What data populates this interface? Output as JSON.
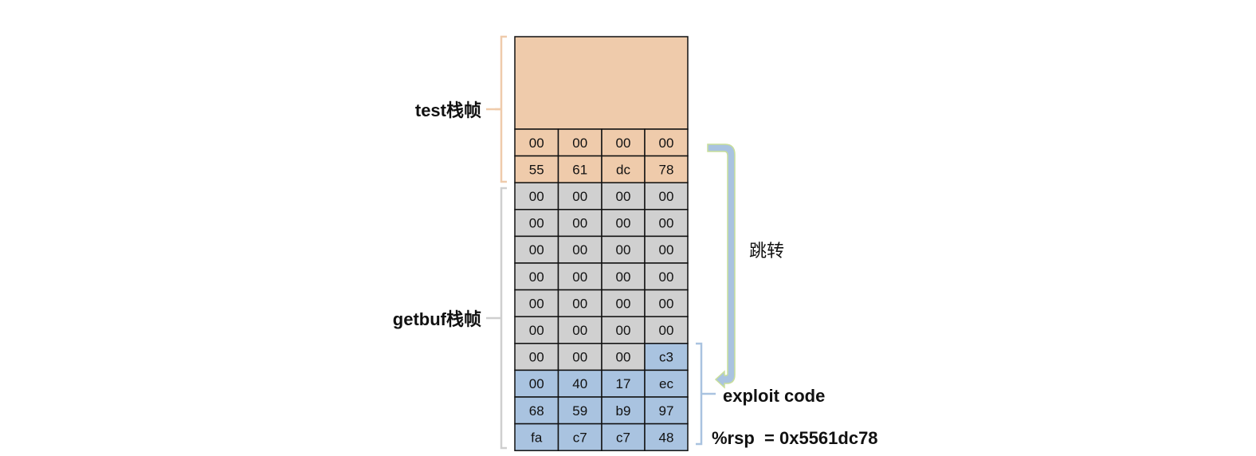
{
  "test_frame_label": "test栈帧",
  "getbuf_frame_label": "getbuf栈帧",
  "jump_label": "跳转",
  "exploit_label": "exploit code",
  "rsp_label": "%rsp  = 0x5561dc78",
  "colors": {
    "test_frame": "#efcbab",
    "getbuf_frame": "#d0d0d0",
    "exploit": "#a9c3e0",
    "test_bracket": "#efcbab",
    "getbuf_bracket": "#cfcfcf",
    "exploit_bracket": "#a9c3e0",
    "arrow_fill": "#a9c3e0",
    "arrow_outline": "#c8df9a"
  },
  "rows": [
    [
      {
        "v": "00",
        "k": "test"
      },
      {
        "v": "00",
        "k": "test"
      },
      {
        "v": "00",
        "k": "test"
      },
      {
        "v": "00",
        "k": "test"
      }
    ],
    [
      {
        "v": "55",
        "k": "test"
      },
      {
        "v": "61",
        "k": "test"
      },
      {
        "v": "dc",
        "k": "test"
      },
      {
        "v": "78",
        "k": "test"
      }
    ],
    [
      {
        "v": "00",
        "k": "getbuf"
      },
      {
        "v": "00",
        "k": "getbuf"
      },
      {
        "v": "00",
        "k": "getbuf"
      },
      {
        "v": "00",
        "k": "getbuf"
      }
    ],
    [
      {
        "v": "00",
        "k": "getbuf"
      },
      {
        "v": "00",
        "k": "getbuf"
      },
      {
        "v": "00",
        "k": "getbuf"
      },
      {
        "v": "00",
        "k": "getbuf"
      }
    ],
    [
      {
        "v": "00",
        "k": "getbuf"
      },
      {
        "v": "00",
        "k": "getbuf"
      },
      {
        "v": "00",
        "k": "getbuf"
      },
      {
        "v": "00",
        "k": "getbuf"
      }
    ],
    [
      {
        "v": "00",
        "k": "getbuf"
      },
      {
        "v": "00",
        "k": "getbuf"
      },
      {
        "v": "00",
        "k": "getbuf"
      },
      {
        "v": "00",
        "k": "getbuf"
      }
    ],
    [
      {
        "v": "00",
        "k": "getbuf"
      },
      {
        "v": "00",
        "k": "getbuf"
      },
      {
        "v": "00",
        "k": "getbuf"
      },
      {
        "v": "00",
        "k": "getbuf"
      }
    ],
    [
      {
        "v": "00",
        "k": "getbuf"
      },
      {
        "v": "00",
        "k": "getbuf"
      },
      {
        "v": "00",
        "k": "getbuf"
      },
      {
        "v": "00",
        "k": "getbuf"
      }
    ],
    [
      {
        "v": "00",
        "k": "getbuf"
      },
      {
        "v": "00",
        "k": "getbuf"
      },
      {
        "v": "00",
        "k": "getbuf"
      },
      {
        "v": "c3",
        "k": "exploit"
      }
    ],
    [
      {
        "v": "00",
        "k": "exploit"
      },
      {
        "v": "40",
        "k": "exploit"
      },
      {
        "v": "17",
        "k": "exploit"
      },
      {
        "v": "ec",
        "k": "exploit"
      }
    ],
    [
      {
        "v": "68",
        "k": "exploit"
      },
      {
        "v": "59",
        "k": "exploit"
      },
      {
        "v": "b9",
        "k": "exploit"
      },
      {
        "v": "97",
        "k": "exploit"
      }
    ],
    [
      {
        "v": "fa",
        "k": "exploit"
      },
      {
        "v": "c7",
        "k": "exploit"
      },
      {
        "v": "c7",
        "k": "exploit"
      },
      {
        "v": "48",
        "k": "exploit"
      }
    ]
  ]
}
